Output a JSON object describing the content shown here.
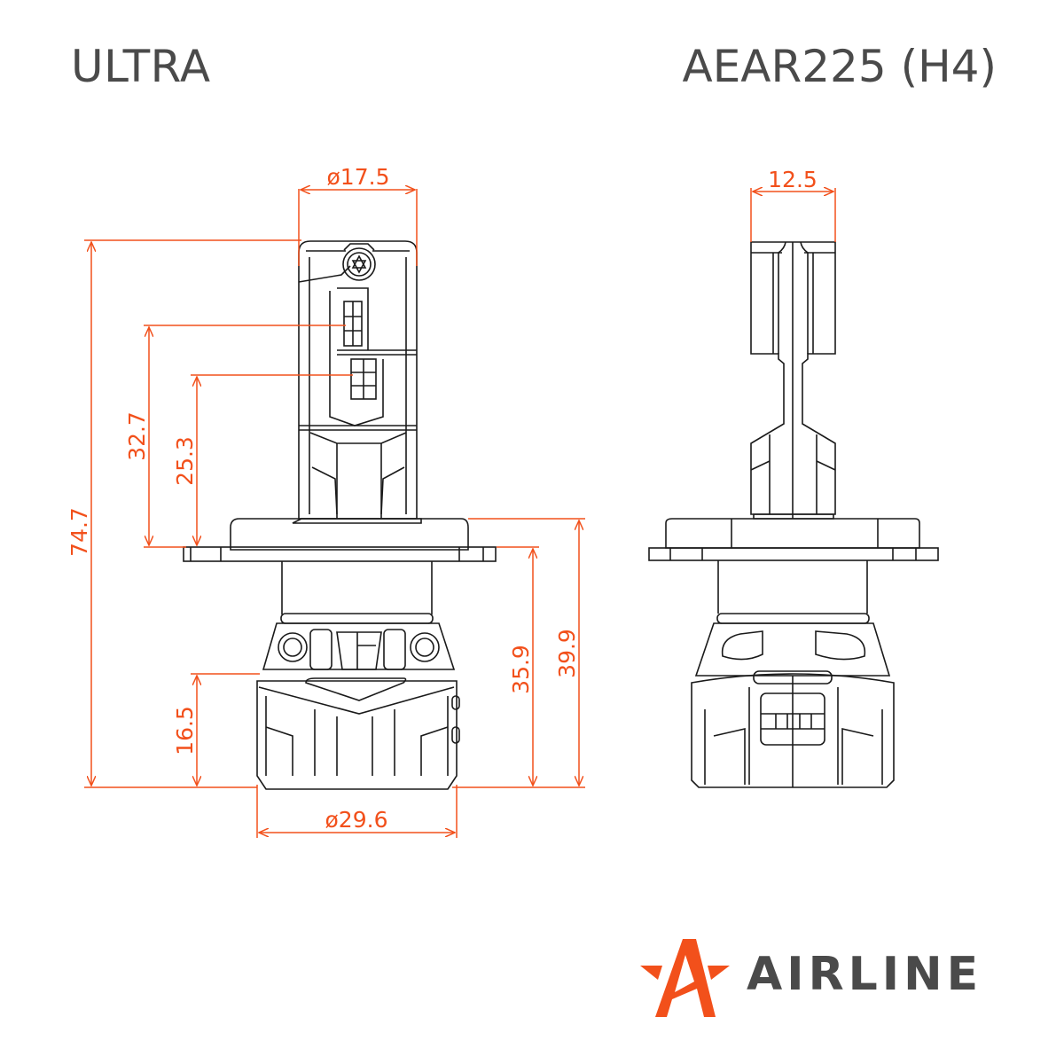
{
  "header": {
    "series": "ULTRA",
    "model": "AEAR225 (H4)"
  },
  "colors": {
    "dimension": "#f2501b",
    "outline": "#1a1a1a",
    "title": "#4a4a4a",
    "brand": "#f2501b"
  },
  "front_view": {
    "dimensions": {
      "top_diameter": "ø17.5",
      "total_height": "74.7",
      "upper_led_height": "32.7",
      "lower_led_height": "25.3",
      "base_section_height": "16.5",
      "flange_to_bottom": "35.9",
      "collar_to_bottom": "39.9",
      "base_diameter": "ø29.6"
    }
  },
  "side_view": {
    "dimensions": {
      "top_width": "12.5"
    }
  },
  "logo": {
    "icon": "airline-star-icon",
    "wordmark": "AIRLINE"
  }
}
